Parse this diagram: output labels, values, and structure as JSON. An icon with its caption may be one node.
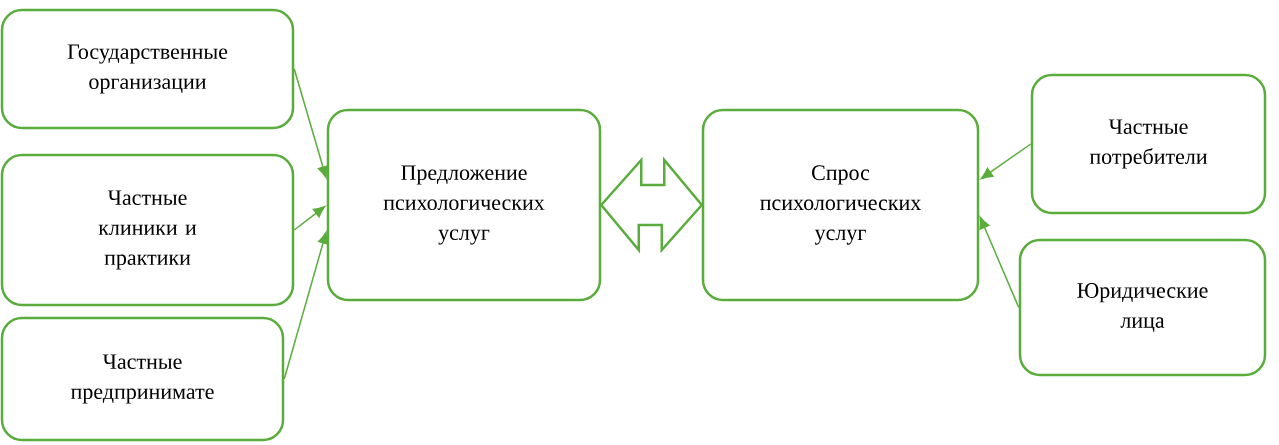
{
  "diagram": {
    "nodes": [
      {
        "text": [
          "Государственные организации"
        ]
      },
      {
        "text": [
          "Частные клиники и практики"
        ]
      },
      {
        "text": [
          "Частные предпринимате"
        ]
      },
      {
        "text": [
          "Предложение психологических услуг"
        ]
      },
      {
        "text": [
          "Спрос психологических услуг"
        ]
      },
      {
        "text": [
          "Частные потребители"
        ]
      },
      {
        "text": [
          "Юридические лица"
        ]
      }
    ],
    "edges": [
      {
        "from": 0,
        "to": 3,
        "arrow": "to"
      },
      {
        "from": 1,
        "to": 3,
        "arrow": "to"
      },
      {
        "from": 2,
        "to": 3,
        "arrow": "to"
      },
      {
        "from": 3,
        "to": 4,
        "arrow": "both",
        "style": "thick"
      },
      {
        "from": 5,
        "to": 4,
        "arrow": "to"
      },
      {
        "from": 6,
        "to": 4,
        "arrow": "to"
      }
    ]
  }
}
